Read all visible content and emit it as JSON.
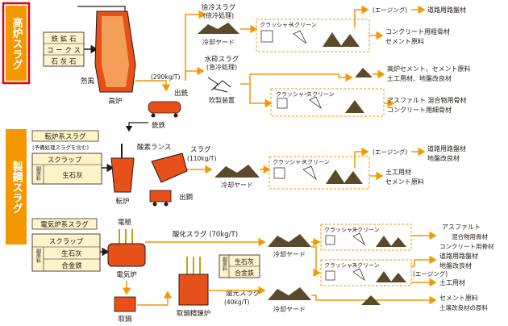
{
  "colors": {
    "orange": "#f39800",
    "red": "#e60012",
    "slag": "#5a4a2a",
    "hot": "#e8501a",
    "cream": "#fff5c8",
    "box": "#fff3cc"
  },
  "sections": {
    "blast": "高炉スラグ",
    "steel": "製鋼スラグ"
  },
  "blast": {
    "inputs": [
      "鉄 鉱 石",
      "コ ー ク ス",
      "石 灰 石"
    ],
    "hot_air": "熱風",
    "furnace": "高炉",
    "rate": "(290kg/T)",
    "tap": "出銑",
    "pig_iron": "銑鉄",
    "slow_cool": "徐冷スラグ",
    "slow_cool_sub": "(徐冷処理)",
    "granulated": "水砕スラグ",
    "granulated_sub": "(急冷処理)",
    "blow": "吹製装置",
    "cool_yard": "冷却ヤード",
    "aging": "(エージング)",
    "out_road": "道路用路盤材",
    "out_concrete1": "コンクリート用粗骨材",
    "out_cement1": "セメント原料",
    "out_cement2": "高炉セメント、セメント原料",
    "out_civil1": "土工用材、地盤改良材",
    "out_asphalt": "アスファルト 混合物用骨材",
    "out_fine": "コンクリート用細骨材"
  },
  "converter": {
    "title": "転炉系スラグ",
    "sub": "(予備処理スラグを含む)",
    "scrap": "スクラップ",
    "aux": "副原料",
    "lime": "生石灰",
    "lance": "酸素ランス",
    "furnace": "転炉",
    "tap": "出鋼",
    "slag": "スラグ",
    "rate": "(110kg/T)",
    "cool_yard": "冷却ヤード",
    "aging": "(エージング)",
    "out_road": "道路用路盤材",
    "out_ground": "地盤改良材",
    "out_civil": "土工用材",
    "out_cement": "セメント原料"
  },
  "eaf": {
    "title": "電気炉系スラグ",
    "electrode": "電極",
    "scrap": "スクラップ",
    "aux": "副原料",
    "lime": "生石灰",
    "alloy": "合金鉄",
    "furnace": "電気炉",
    "ladle": "取鍋",
    "refine": "取鍋精錬炉",
    "ox_slag": "酸化スラグ (70kg/T)",
    "red_slag": "還元スラグ",
    "red_rate": "(40kg/T)",
    "cool_yard1": "冷却ヤード",
    "cool_yard2": "冷却ヤード",
    "aging": "(エージング)",
    "aux2": "副原料",
    "lime2": "生石灰",
    "alloy2": "合金鉄",
    "out_asphalt": "アスファルト",
    "out_asphalt2": "混合物用骨材",
    "out_concrete": "コンクリート用骨材",
    "out_road": "道路用路盤材",
    "out_ground": "地盤改良材",
    "out_civil": "土工用材",
    "out_cement": "セメント原料",
    "out_civil2": "土壌改良材の原料"
  },
  "crusher": "クラッシャー",
  "screen": "スクリーン"
}
